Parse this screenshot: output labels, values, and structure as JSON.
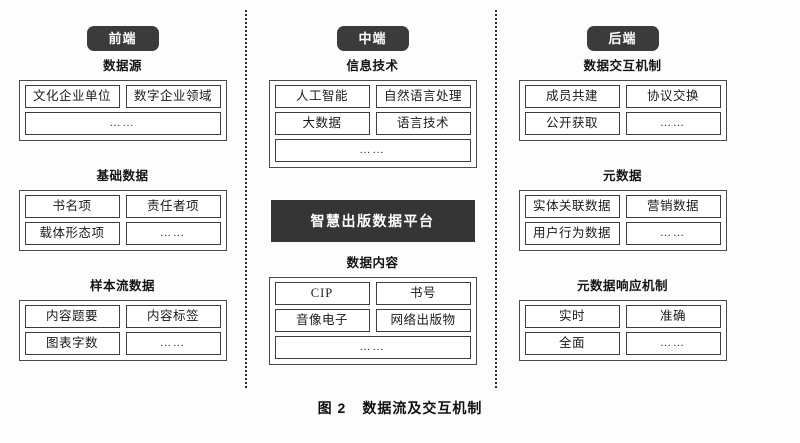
{
  "figure": {
    "caption_label": "图 2",
    "caption_title": "数据流及交互机制",
    "ellipsis": "……",
    "colors": {
      "pill_bg": "#3b3b3b",
      "pill_text": "#ffffff",
      "platform_bg": "#353535",
      "box_border": "#4a4a4a",
      "cell_border": "#3d3d3d",
      "divider": "#2a2a2a",
      "page_bg": "#fdfdfd"
    }
  },
  "columns": [
    {
      "id": "front-end",
      "pill": "前端",
      "groups": [
        {
          "id": "data-source",
          "title": "数据源",
          "rows": [
            [
              "文化企业单位",
              "数字企业领域"
            ],
            [
              "……"
            ]
          ]
        },
        {
          "id": "basic-data",
          "title": "基础数据",
          "rows": [
            [
              "书名项",
              "责任者项"
            ],
            [
              "载体形态项",
              "……"
            ]
          ]
        },
        {
          "id": "sample-stream-data",
          "title": "样本流数据",
          "rows": [
            [
              "内容题要",
              "内容标签"
            ],
            [
              "图表字数",
              "……"
            ]
          ]
        }
      ]
    },
    {
      "id": "middle-end",
      "pill": "中端",
      "platform": "智慧出版数据平台",
      "groups": [
        {
          "id": "information-technology",
          "title": "信息技术",
          "rows": [
            [
              "人工智能",
              "自然语言处理"
            ],
            [
              "大数据",
              "语言技术"
            ],
            [
              "……"
            ]
          ]
        },
        {
          "id": "data-content",
          "title": "数据内容",
          "rows": [
            [
              "CIP",
              "书号"
            ],
            [
              "音像电子",
              "网络出版物"
            ],
            [
              "……"
            ]
          ]
        }
      ]
    },
    {
      "id": "back-end",
      "pill": "后端",
      "groups": [
        {
          "id": "data-interaction-mechanism",
          "title": "数据交互机制",
          "rows": [
            [
              "成员共建",
              "协议交换"
            ],
            [
              "公开获取",
              "……"
            ]
          ]
        },
        {
          "id": "metadata",
          "title": "元数据",
          "rows": [
            [
              "实体关联数据",
              "营销数据"
            ],
            [
              "用户行为数据",
              "……"
            ]
          ]
        },
        {
          "id": "metadata-response-mechanism",
          "title": "元数据响应机制",
          "rows": [
            [
              "实时",
              "准确"
            ],
            [
              "全面",
              "……"
            ]
          ]
        }
      ]
    }
  ]
}
